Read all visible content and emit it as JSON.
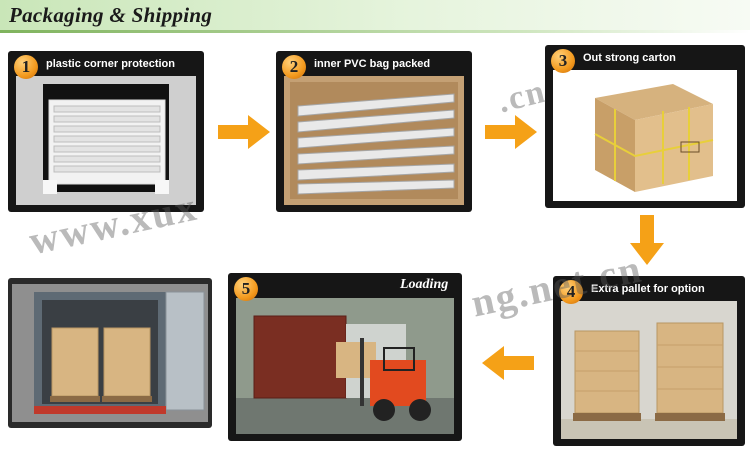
{
  "header": {
    "title": "Packaging & Shipping"
  },
  "steps": [
    {
      "number": "1",
      "label": "plastic corner protection"
    },
    {
      "number": "2",
      "label": "inner PVC bag packed"
    },
    {
      "number": "3",
      "label": "Out strong carton"
    },
    {
      "number": "4",
      "label": "Extra pallet for option"
    },
    {
      "number": "5",
      "label": "Loading"
    }
  ],
  "watermark": {
    "line1": "www.xux",
    "line2": ".cn",
    "line3": "ng.net.cn"
  },
  "colors": {
    "arrow": "#f5a117",
    "panel_bg": "#161616",
    "header_green": "#c9e6b8"
  }
}
